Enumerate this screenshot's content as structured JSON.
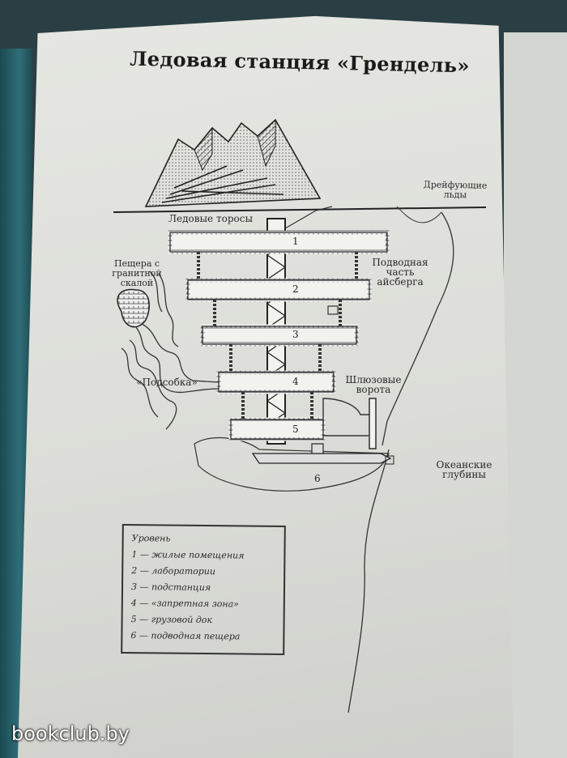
{
  "title": "Ледовая станция «Грендель»",
  "labels": {
    "drift_ice": "Дрейфующие льды",
    "ice_hummocks": "Ледовые торосы",
    "cave_granite": "Пещера с гранитной скалой",
    "iceberg_underwater": "Подводная часть айсберга",
    "sub_hideout": "«Подсобка»",
    "lock_gates": "Шлюзовые ворота",
    "ocean_depths": "Океанские глубины"
  },
  "level_numbers": [
    "1",
    "2",
    "3",
    "4",
    "5",
    "6"
  ],
  "legend": {
    "heading": "Уровень",
    "items": [
      "1 — жилые помещения",
      "2 — лаборатории",
      "3 — подстанция",
      "4 — «запретная зона»",
      "5 — грузовой док",
      "6 — подводная пещера"
    ]
  },
  "watermark": "bookclub.by"
}
